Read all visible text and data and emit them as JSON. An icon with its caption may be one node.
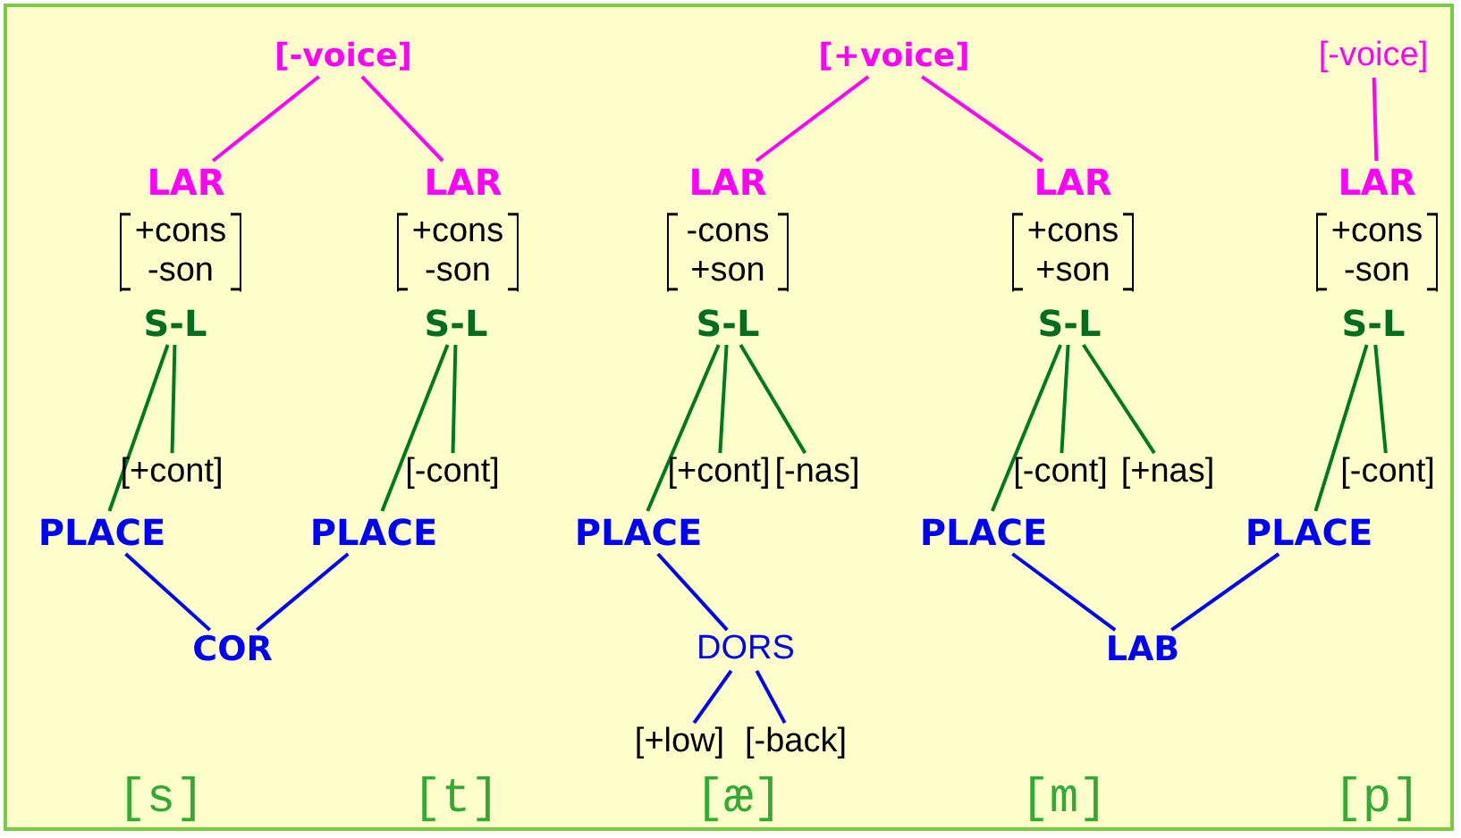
{
  "diagram": {
    "nodes": [
      {
        "text": [
          "[-voice]"
        ]
      },
      {
        "text": [
          "[+voice]"
        ]
      },
      {
        "text": [
          "[-voice]"
        ]
      },
      {
        "text": [
          "LAR"
        ]
      },
      {
        "text": [
          "LAR"
        ]
      },
      {
        "text": [
          "LAR"
        ]
      },
      {
        "text": [
          "LAR"
        ]
      },
      {
        "text": [
          "LAR"
        ]
      },
      {
        "text": [
          "S-L"
        ]
      },
      {
        "text": [
          "S-L"
        ]
      },
      {
        "text": [
          "S-L"
        ]
      },
      {
        "text": [
          "S-L"
        ]
      },
      {
        "text": [
          "S-L"
        ]
      },
      {
        "text": [
          "[+cont]"
        ]
      },
      {
        "text": [
          "[-cont]"
        ]
      },
      {
        "text": [
          "[+cont]"
        ]
      },
      {
        "text": [
          "[-nas]"
        ]
      },
      {
        "text": [
          "[-cont]"
        ]
      },
      {
        "text": [
          "[+nas]"
        ]
      },
      {
        "text": [
          "[-cont]"
        ]
      },
      {
        "text": [
          "PLACE"
        ]
      },
      {
        "text": [
          "PLACE"
        ]
      },
      {
        "text": [
          "PLACE"
        ]
      },
      {
        "text": [
          "PLACE"
        ]
      },
      {
        "text": [
          "PLACE"
        ]
      },
      {
        "text": [
          "COR"
        ]
      },
      {
        "text": [
          "DORS"
        ]
      },
      {
        "text": [
          "LAB"
        ]
      },
      {
        "text": [
          "[+low]"
        ]
      },
      {
        "text": [
          "[-back]"
        ]
      }
    ],
    "edges": [
      {
        "from": 0,
        "to": 3,
        "arrow": "none",
        "color": "#ff00ff"
      },
      {
        "from": 0,
        "to": 4,
        "arrow": "none",
        "color": "#ff00ff"
      },
      {
        "from": 1,
        "to": 5,
        "arrow": "none",
        "color": "#ff00ff"
      },
      {
        "from": 1,
        "to": 6,
        "arrow": "none",
        "color": "#ff00ff"
      },
      {
        "from": 2,
        "to": 7,
        "arrow": "none",
        "color": "#ff00ff"
      },
      {
        "from": 8,
        "to": 20,
        "arrow": "none"
      },
      {
        "from": 8,
        "to": 13,
        "arrow": "none"
      },
      {
        "from": 9,
        "to": 21,
        "arrow": "none"
      },
      {
        "from": 9,
        "to": 14,
        "arrow": "none"
      },
      {
        "from": 10,
        "to": 22,
        "arrow": "none"
      },
      {
        "from": 10,
        "to": 15,
        "arrow": "none"
      },
      {
        "from": 10,
        "to": 16,
        "arrow": "none"
      },
      {
        "from": 11,
        "to": 23,
        "arrow": "none"
      },
      {
        "from": 11,
        "to": 17,
        "arrow": "none"
      },
      {
        "from": 11,
        "to": 18,
        "arrow": "none"
      },
      {
        "from": 12,
        "to": 24,
        "arrow": "none"
      },
      {
        "from": 12,
        "to": 19,
        "arrow": "none"
      },
      {
        "from": 20,
        "to": 25,
        "arrow": "none",
        "color": "#0000ff"
      },
      {
        "from": 21,
        "to": 25,
        "arrow": "none",
        "color": "#0000ff"
      },
      {
        "from": 22,
        "to": 26,
        "arrow": "none",
        "color": "#0000ff"
      },
      {
        "from": 23,
        "to": 27,
        "arrow": "none",
        "color": "#0000ff"
      },
      {
        "from": 24,
        "to": 27,
        "arrow": "none",
        "color": "#0000ff"
      },
      {
        "from": 26,
        "to": 28,
        "arrow": "none",
        "color": "#0000ff"
      },
      {
        "from": 26,
        "to": 29,
        "arrow": "none",
        "color": "#0000ff"
      }
    ],
    "labels": [
      "+cons -son",
      "+cons -son",
      "-cons +son",
      "+cons +son",
      "+cons -son",
      "[s]",
      "[t]",
      "[æ]",
      "[m]",
      "[p]"
    ]
  }
}
